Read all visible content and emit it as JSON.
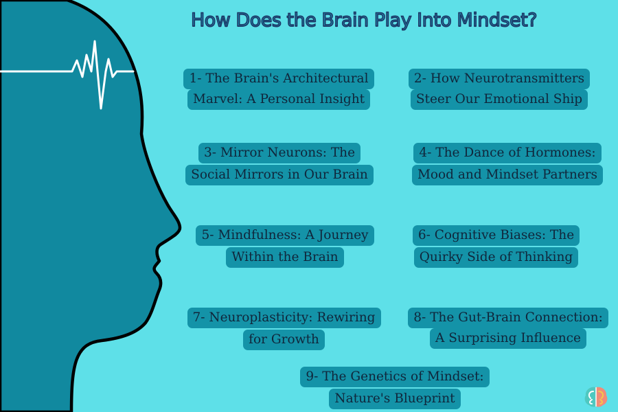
{
  "title": "How Does the Brain Play Into Mindset?",
  "colors": {
    "background": "#5ee0e8",
    "head_fill": "#11899f",
    "head_outline": "#000000",
    "label_box": "#1493a8",
    "label_text": "#10263b",
    "title_fill": "#1f82a8",
    "title_outline": "#1d3563"
  },
  "icons": [
    "pulse-line-icon",
    "brain-logo-icon"
  ],
  "items": [
    {
      "line1": "1- The Brain's Architectural",
      "line2": "Marvel: A Personal Insight"
    },
    {
      "line1": "2- How Neurotransmitters",
      "line2": "Steer Our Emotional Ship"
    },
    {
      "line1": "3- Mirror Neurons: The",
      "line2": "Social Mirrors in Our Brain"
    },
    {
      "line1": "4- The Dance of Hormones:",
      "line2": "Mood and Mindset Partners"
    },
    {
      "line1": "5- Mindfulness: A Journey",
      "line2": "Within the Brain"
    },
    {
      "line1": "6- Cognitive Biases: The",
      "line2": "Quirky Side of Thinking"
    },
    {
      "line1": "7- Neuroplasticity: Rewiring",
      "line2": "for Growth"
    },
    {
      "line1": "8- The Gut-Brain Connection:",
      "line2": "A Surprising Influence"
    },
    {
      "line1": "9- The Genetics of Mindset:",
      "line2": "Nature's Blueprint"
    }
  ]
}
